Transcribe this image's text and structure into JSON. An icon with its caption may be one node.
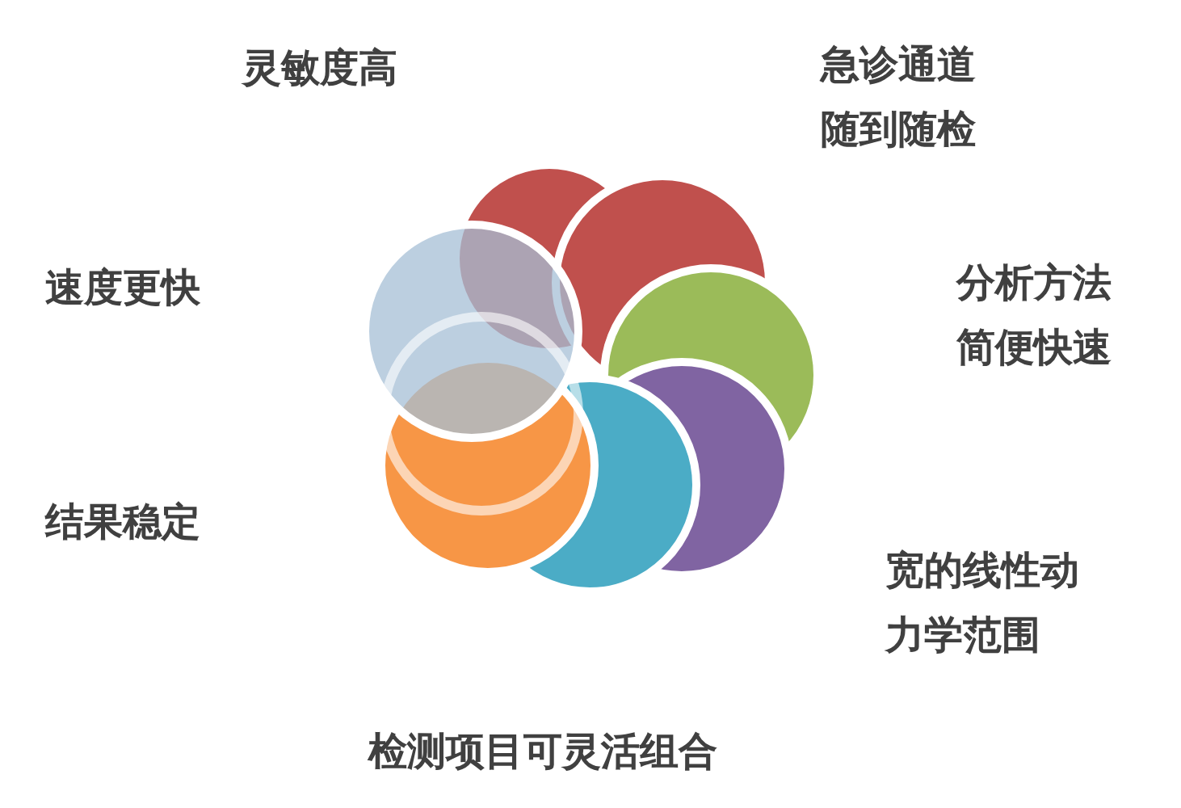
{
  "diagram": {
    "labels": [
      "灵敏度高",
      "急诊通道随到随检",
      "速度更快",
      "分析方法简便快速",
      "结果稳定",
      "宽的线性动力学范围",
      "检测项目可灵活组合"
    ]
  }
}
